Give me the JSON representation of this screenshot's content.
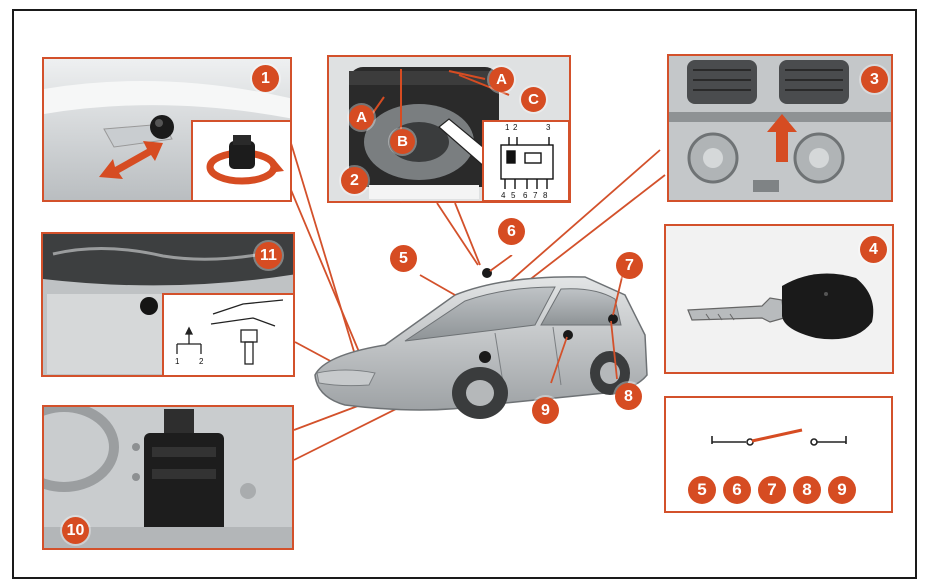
{
  "callouts": {
    "c1": "1",
    "c2": "2",
    "c3": "3",
    "c4": "4",
    "c5": "5",
    "c6": "6",
    "c7": "7",
    "c8": "8",
    "c9": "9",
    "c10": "10",
    "c11": "11"
  },
  "mirror_labels": {
    "a_left": "A",
    "a_right": "A",
    "b": "B",
    "c": "C"
  },
  "connector_pins": {
    "top": [
      "1",
      "2",
      "3"
    ],
    "bottom": [
      "4",
      "5",
      "6",
      "7",
      "8"
    ]
  },
  "hood_switch_pins": [
    "1",
    "2"
  ],
  "door_switch_numbers": [
    "5",
    "6",
    "7",
    "8",
    "9"
  ],
  "colors": {
    "accent": "#d64c22",
    "panel_border": "#d3512b",
    "frame": "#1a1a1a"
  },
  "icons": [
    "double-arrow-icon",
    "rotate-arrow-icon",
    "up-arrow-icon",
    "car-key-icon",
    "switch-symbol-icon"
  ]
}
